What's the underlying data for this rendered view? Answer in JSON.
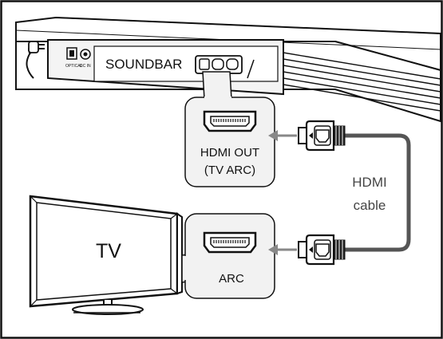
{
  "soundbar": {
    "label": "SOUNDBAR",
    "port_label": "HDMI OUT",
    "port_sublabel": "(TV ARC)"
  },
  "tv": {
    "label": "TV",
    "port_label": "ARC"
  },
  "cable": {
    "line1": "HDMI",
    "line2": "cable"
  },
  "colors": {
    "line": "#111111",
    "cable": "#555555",
    "callout_fill": "#f2f2f2",
    "arrow": "#888888"
  }
}
